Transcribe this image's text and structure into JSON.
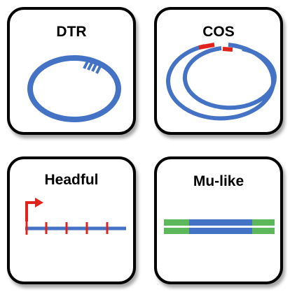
{
  "panels": {
    "dtr": {
      "title": "DTR"
    },
    "cos": {
      "title": "COS"
    },
    "headful": {
      "title": "Headful"
    },
    "mulike": {
      "title": "Mu-like"
    }
  },
  "colors": {
    "dna_blue": "#4472C4",
    "end_red": "#E0241B",
    "flank_green": "#5DB85C",
    "border": "#000000"
  }
}
